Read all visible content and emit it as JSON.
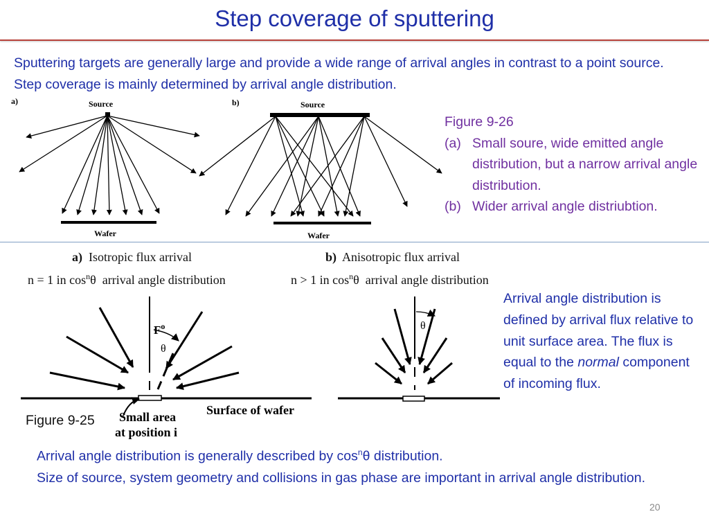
{
  "title": "Step coverage of sputtering",
  "intro": "Sputtering targets are generally large and provide a wide range of arrival angles in contrast to a point source. Step coverage is mainly determined by arrival angle distribution.",
  "fig_a": {
    "letter": "a)",
    "source": "Source",
    "wafer": "Wafer"
  },
  "fig_b": {
    "letter": "b)",
    "source": "Source",
    "wafer": "Wafer"
  },
  "fig26": {
    "title": "Figure 9-26",
    "items": [
      {
        "tag": "(a)",
        "text": "Small soure, wide emitted angle distribution, but a narrow arrival angle distribution."
      },
      {
        "tag": "(b)",
        "text": "Wider arrival angle distriubtion."
      }
    ]
  },
  "iso": {
    "letter": "a)",
    "title": "Isotropic flux arrival",
    "line_pre": "n = 1 in cos",
    "sup": "n",
    "theta": "θ",
    "line_post": "arrival angle distribution"
  },
  "aniso": {
    "letter": "b)",
    "title": "Anisotropic flux arrival",
    "line_pre": "n > 1 in cos",
    "sup": "n",
    "theta": "θ",
    "line_post": "arrival angle distribution"
  },
  "diagram": {
    "flux": "F",
    "flux_sup": "o",
    "theta": "θ",
    "small_area_1": "Small area",
    "small_area_2": "at position i",
    "surface": "Surface of wafer"
  },
  "desc": {
    "part1": "Arrival angle distribution is defined by arrival flux relative to unit surface area. The flux is equal to the ",
    "italic": "normal",
    "part2": " component of incoming flux."
  },
  "fig25": "Figure 9-25",
  "bottom": {
    "line1_pre": "Arrival angle distribution is generally described by cos",
    "line1_sup": "n",
    "line1_theta": "θ",
    "line1_post": " distribution.",
    "line2": "Size of source, system geometry and collisions in gas phase are important in arrival angle distribution."
  },
  "page_number": "20"
}
